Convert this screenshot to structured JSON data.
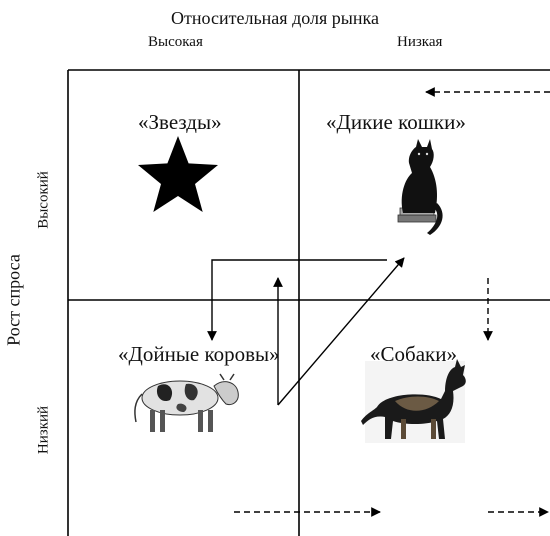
{
  "header": {
    "title": "Относительная доля рынка",
    "col_high": "Высокая",
    "col_low": "Низкая"
  },
  "axis": {
    "vertical_title": "Рост спроса",
    "row_high": "Высокий",
    "row_low": "Низкий"
  },
  "quadrants": {
    "stars": "«Звезды»",
    "wildcats": "«Дикие кошки»",
    "cows": "«Дойные коровы»",
    "dogs": "«Собаки»"
  },
  "icons": {
    "stars": "star-icon",
    "wildcats": "cat-icon",
    "cows": "cow-icon",
    "dogs": "dog-icon"
  },
  "colors": {
    "line": "#000000",
    "background": "#ffffff"
  }
}
